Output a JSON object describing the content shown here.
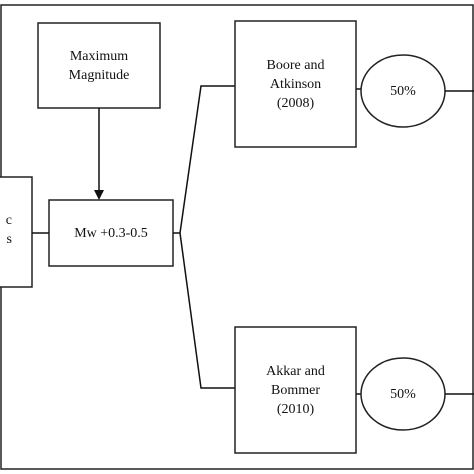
{
  "diagram": {
    "left_box_partial": [
      "c",
      "s"
    ],
    "max_magnitude": [
      "Maximum",
      "Magnitude"
    ],
    "mw_box": "Mw +0.3-0.5",
    "gmpe_top": [
      "Boore and",
      "Atkinson",
      "(2008)"
    ],
    "gmpe_bottom": [
      "Akkar and",
      "Bommer",
      "(2010)"
    ],
    "weight_top": "50%",
    "weight_bottom": "50%"
  }
}
